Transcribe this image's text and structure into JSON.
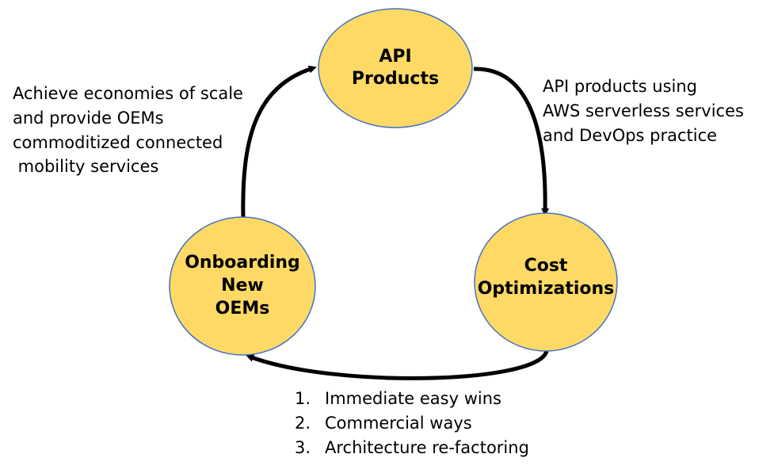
{
  "diagram": {
    "colors": {
      "node_fill": "#FFD966",
      "node_stroke": "#4472C4",
      "arrow": "#000000",
      "text": "#000000"
    },
    "nodes": {
      "api_products": {
        "line1": "API",
        "line2": "Products"
      },
      "cost_optimizations": {
        "line1": "Cost",
        "line2": "Optimizations"
      },
      "onboarding": {
        "line1": "Onboarding",
        "line2": "New",
        "line3": "OEMs"
      }
    },
    "notes": {
      "left": {
        "line1": "Achieve economies of scale",
        "line2": "and provide OEMs",
        "line3": "commoditized connected",
        "line4": " mobility services"
      },
      "right": {
        "line1": "API products using",
        "line2": "AWS serverless services",
        "line3": "and DevOps practice"
      },
      "bottom": {
        "items": [
          {
            "num": "1.",
            "text": "Immediate easy wins"
          },
          {
            "num": "2.",
            "text": "Commercial ways"
          },
          {
            "num": "3.",
            "text": "Architecture re-factoring"
          }
        ]
      }
    }
  }
}
